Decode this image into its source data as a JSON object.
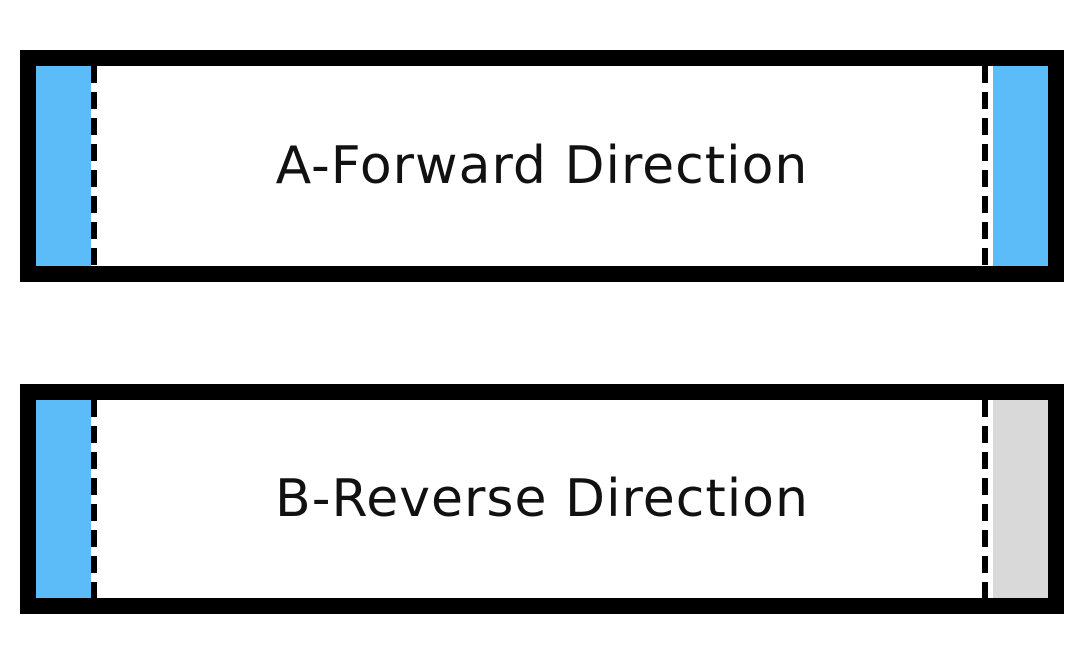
{
  "colors": {
    "contact_exposed": "#5bbcf7",
    "contact_covered": "#d9d9d9",
    "outline": "#000000",
    "body": "#ffffff"
  },
  "cables": [
    {
      "label": "A-Forward Direction",
      "left_end": "contact_exposed",
      "right_end": "contact_exposed"
    },
    {
      "label": "B-Reverse Direction",
      "left_end": "contact_exposed",
      "right_end": "contact_covered"
    }
  ]
}
